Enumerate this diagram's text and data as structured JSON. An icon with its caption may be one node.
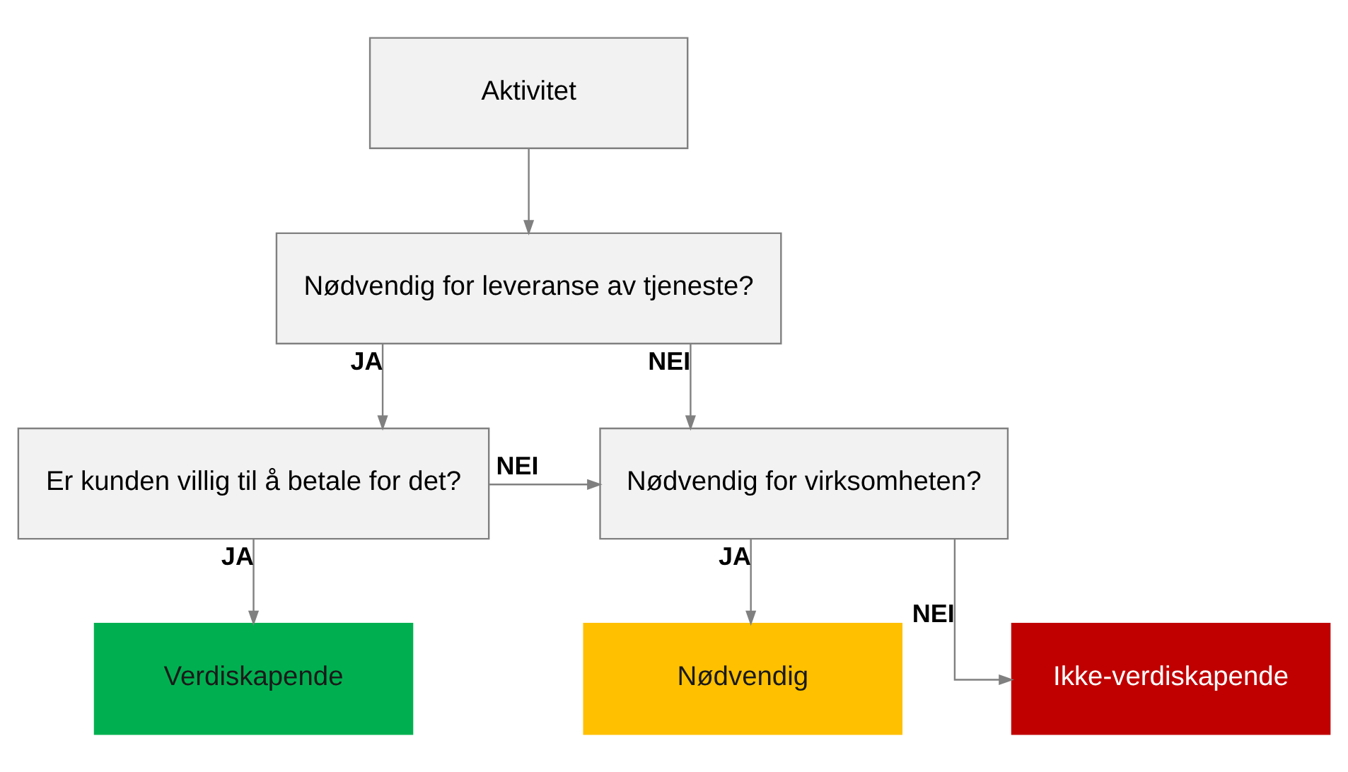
{
  "diagram": {
    "nodes": [
      {
        "text": [
          "Aktivitet"
        ]
      },
      {
        "text": [
          "Nødvendig for leveranse av tjeneste?"
        ]
      },
      {
        "text": [
          "Er kunden villig til å betale for det?"
        ]
      },
      {
        "text": [
          "Nødvendig for virksomheten?"
        ]
      },
      {
        "text": [
          "Verdiskapende"
        ]
      },
      {
        "text": [
          "Nødvendig"
        ]
      },
      {
        "text": [
          "Ikke-verdiskapende"
        ]
      }
    ],
    "edges": [
      {
        "from": 0,
        "to": 1,
        "arrow": "to"
      },
      {
        "from": 1,
        "to": 2,
        "label": "JA",
        "arrow": "to"
      },
      {
        "from": 1,
        "to": 3,
        "label": "NEI",
        "arrow": "to"
      },
      {
        "from": 2,
        "to": 3,
        "label": "NEI",
        "arrow": "to"
      },
      {
        "from": 2,
        "to": 4,
        "label": "JA",
        "arrow": "to"
      },
      {
        "from": 3,
        "to": 5,
        "label": "JA",
        "arrow": "to"
      },
      {
        "from": 3,
        "to": 6,
        "label": "NEI",
        "arrow": "to"
      }
    ]
  }
}
